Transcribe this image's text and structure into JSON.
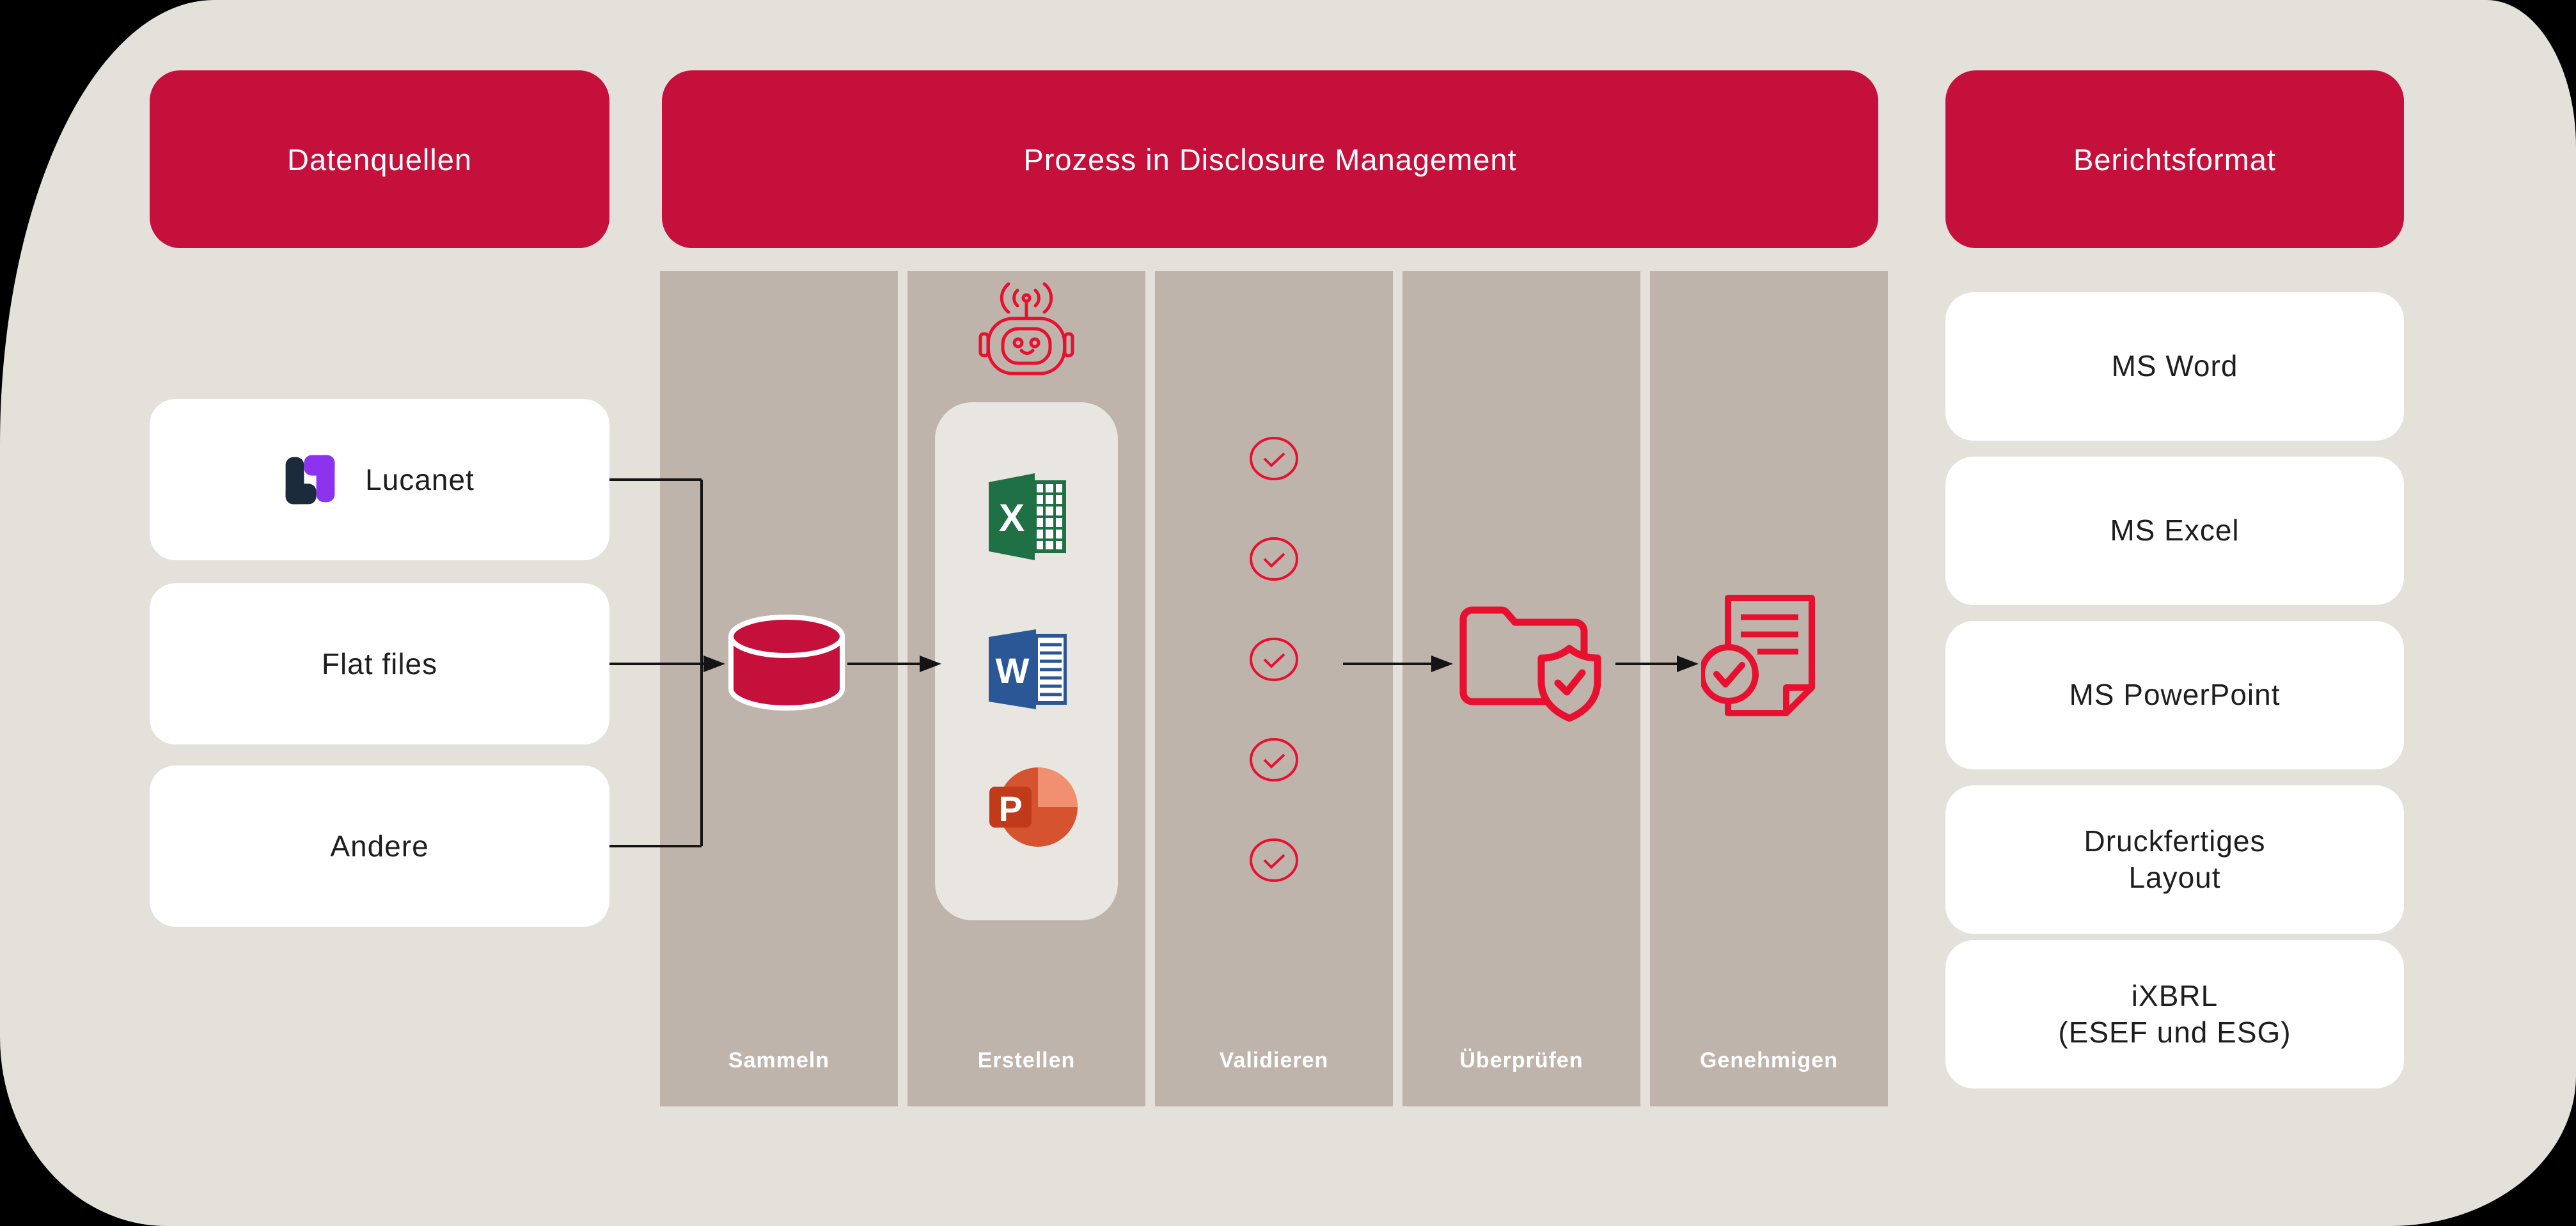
{
  "diagram_title": "Prozess in Disclosure Management",
  "colors": {
    "background": "#000000",
    "canvas": "#E4E1DB",
    "accent_red": "#C5103C",
    "icon_red": "#E8102F",
    "column_taupe": "#BEB4AB",
    "panel_light": "#E9E6E2",
    "card_white": "#FFFFFF",
    "text_dark": "#1E1E1E",
    "connector_black": "#141414",
    "lucanet_navy": "#1C2B3B",
    "lucanet_purple": "#8C33F0",
    "excel_green": "#1F7145",
    "word_blue": "#2B5797",
    "powerpoint_orange": "#D6532F",
    "powerpoint_dark": "#C13B1B"
  },
  "header": {
    "pills": [
      {
        "label": "Datenquellen"
      },
      {
        "label": "Prozess in Disclosure Management"
      },
      {
        "label": "Berichtsformat"
      }
    ]
  },
  "sources": {
    "items": [
      {
        "label": "Lucanet",
        "icon": "lucanet-logo"
      },
      {
        "label": "Flat files"
      },
      {
        "label": "Andere"
      }
    ]
  },
  "process": {
    "steps": [
      {
        "label": "Sammeln",
        "icon": "database-icon"
      },
      {
        "label": "Erstellen",
        "icon": "robot-icon"
      },
      {
        "label": "Validieren",
        "icon": "check-circle-icons"
      },
      {
        "label": "Überprüfen",
        "icon": "folder-shield-icon"
      },
      {
        "label": "Genehmigen",
        "icon": "approved-document-icon"
      }
    ],
    "tools": [
      {
        "name": "MS Excel",
        "letter": "X"
      },
      {
        "name": "MS Word",
        "letter": "W"
      },
      {
        "name": "MS PowerPoint",
        "letter": "P"
      }
    ],
    "validation_checks": 5
  },
  "formats": {
    "items": [
      {
        "label": "MS Word"
      },
      {
        "label": "MS Excel"
      },
      {
        "label": "MS PowerPoint"
      },
      {
        "label": "Druckfertiges\nLayout"
      },
      {
        "label": "iXBRL\n(ESEF und ESG)"
      }
    ]
  }
}
